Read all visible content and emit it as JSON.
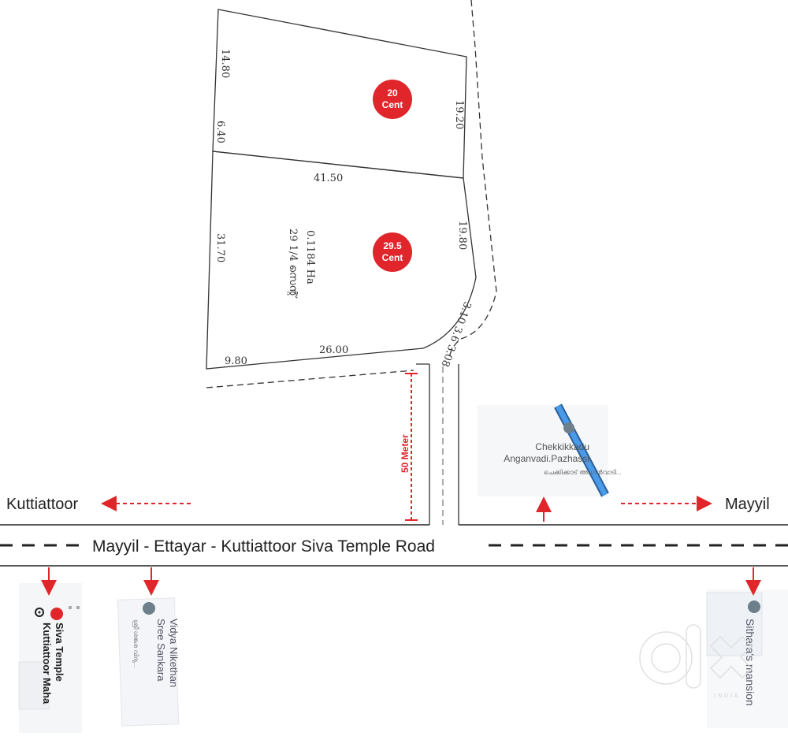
{
  "colors": {
    "accent_red": "#e0262b",
    "road_line": "#222222",
    "map_pin_gray": "#6e7f8c",
    "map_road_blue": "#3b8fe0"
  },
  "plots": [
    {
      "label_value": "20",
      "label_unit": "Cent"
    },
    {
      "label_value": "29.5",
      "label_unit": "Cent"
    }
  ],
  "measurements": {
    "upper_left_top": "14.80",
    "upper_left_bottom": "6.40",
    "upper_right": "19.20",
    "shared_boundary": "41.50",
    "lower_left": "31.70",
    "lower_right": "19.80",
    "corner": "3.10 3.6 3.08",
    "bottom_left": "9.80",
    "bottom_right": "26.00",
    "area_ha": "0.1184 Ha",
    "area_cents": "29 1/4 സെന്റ്"
  },
  "distance_label": "50 Meter",
  "directions": {
    "left": "Kuttiattoor",
    "right": "Mayyil"
  },
  "road_name": "Mayyil - Ettayar - Kuttiattoor Siva Temple Road",
  "landmarks": [
    {
      "name": "Chekkikkadu Anganvadi.Pazhassi",
      "local_name": "ചെക്കിക്കാട് അംഗൻവാടി...",
      "icon": "school-pin-icon"
    },
    {
      "name": "Kuttiattoor Maha Siva Temple",
      "icon": "red-pin-icon"
    },
    {
      "name": "Sree Sankara Vidya Nikethan",
      "local_name": "ശ്രീ ശങ്കര വിദ്യ...",
      "icon": "school-pin-icon"
    },
    {
      "name": "Sithara's mansion",
      "icon": "gray-pin-icon"
    }
  ],
  "watermark": {
    "brand": "olx",
    "sub": "INDIA"
  }
}
